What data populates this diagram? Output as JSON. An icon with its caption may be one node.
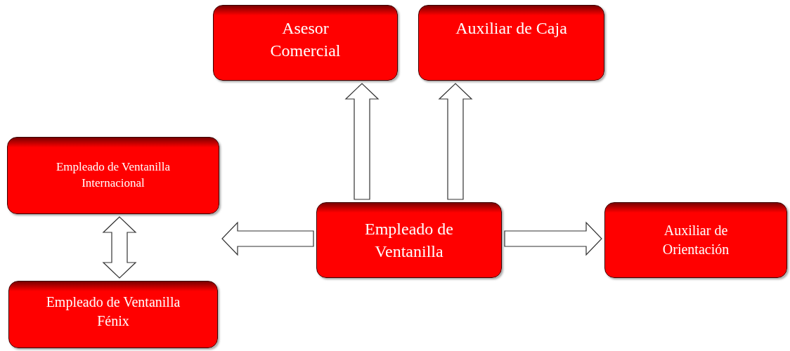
{
  "diagram": {
    "nodes": [
      {
        "text": [
          "Asesor Comercial"
        ]
      },
      {
        "text": [
          "Auxiliar de Caja"
        ]
      },
      {
        "text": [
          "Empleado de Ventanilla Internacional"
        ]
      },
      {
        "text": [
          "Empleado de Ventanilla"
        ]
      },
      {
        "text": [
          "Auxiliar de Orientación"
        ]
      },
      {
        "text": [
          "Empleado de Ventanilla Fénix"
        ]
      }
    ],
    "edges": [
      {
        "from": 3,
        "to": 0,
        "arrow": "to"
      },
      {
        "from": 3,
        "to": 1,
        "arrow": "to"
      },
      {
        "from": 3,
        "to": 2,
        "arrow": "to"
      },
      {
        "from": 3,
        "to": 4,
        "arrow": "to"
      },
      {
        "from": 2,
        "to": 5,
        "arrow": "both"
      }
    ]
  }
}
